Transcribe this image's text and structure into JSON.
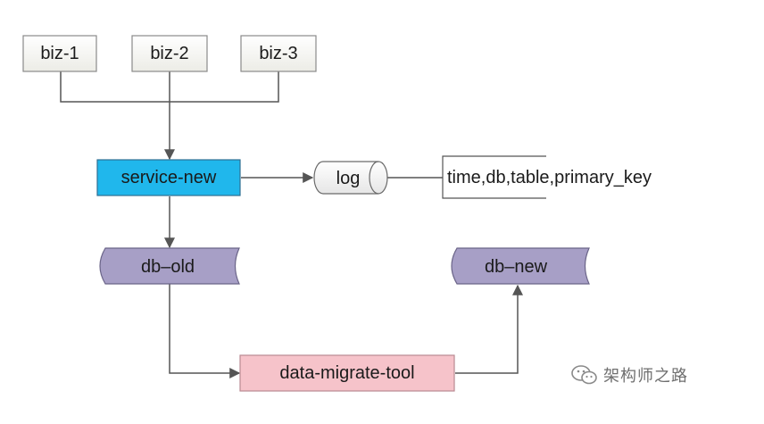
{
  "nodes": {
    "biz1": "biz-1",
    "biz2": "biz-2",
    "biz3": "biz-3",
    "service_new": "service-new",
    "log": "log",
    "log_format": "time,db,table,primary_key",
    "db_old": "db–old",
    "db_new": "db–new",
    "migrate_tool": "data-migrate-tool"
  },
  "watermark": {
    "text": "架构师之路",
    "icon": "wechat-icon"
  },
  "colors": {
    "service_fill": "#20b7ec",
    "db_fill": "#a79fc6",
    "tool_fill": "#f6c3ca",
    "box_fill": "#f7f7f2",
    "arrow": "#555555"
  }
}
